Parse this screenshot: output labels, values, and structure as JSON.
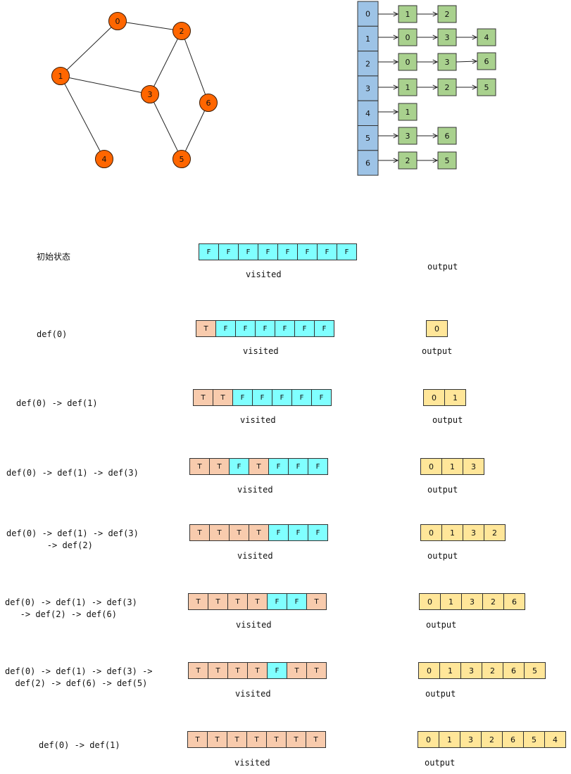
{
  "graph": {
    "nodes": [
      "0",
      "1",
      "2",
      "3",
      "4",
      "5",
      "6"
    ],
    "edges": [
      [
        "0",
        "1"
      ],
      [
        "0",
        "2"
      ],
      [
        "1",
        "3"
      ],
      [
        "1",
        "4"
      ],
      [
        "2",
        "3"
      ],
      [
        "2",
        "6"
      ],
      [
        "3",
        "5"
      ],
      [
        "5",
        "6"
      ]
    ],
    "node_color": "#ff6600"
  },
  "adjacency": {
    "rows": [
      {
        "index": "0",
        "neighbors": [
          "1",
          "2"
        ]
      },
      {
        "index": "1",
        "neighbors": [
          "0",
          "3",
          "4"
        ]
      },
      {
        "index": "2",
        "neighbors": [
          "0",
          "3",
          "6"
        ]
      },
      {
        "index": "3",
        "neighbors": [
          "1",
          "2",
          "5"
        ]
      },
      {
        "index": "4",
        "neighbors": [
          "1"
        ]
      },
      {
        "index": "5",
        "neighbors": [
          "3",
          "6"
        ]
      },
      {
        "index": "6",
        "neighbors": [
          "2",
          "5"
        ]
      }
    ],
    "index_color": "#9dc3e6",
    "neighbor_color": "#a9d18e"
  },
  "colors": {
    "false_cell": "#80ffff",
    "true_cell": "#f8cbad",
    "output_cell": "#ffe699"
  },
  "steps": [
    {
      "label": "初始状态",
      "visited": [
        "F",
        "F",
        "F",
        "F",
        "F",
        "F",
        "F"
      ],
      "visited_caption": "visited",
      "output": [],
      "output_caption": "output"
    },
    {
      "label": "def(0)",
      "visited": [
        "T",
        "F",
        "F",
        "F",
        "F",
        "F",
        "F"
      ],
      "visited_caption": "visited",
      "output": [
        "0"
      ],
      "output_caption": "output"
    },
    {
      "label": "def(0) -> def(1)",
      "visited": [
        "T",
        "T",
        "F",
        "F",
        "F",
        "F",
        "F"
      ],
      "visited_caption": "visited",
      "output": [
        "0",
        "1"
      ],
      "output_caption": "output"
    },
    {
      "label": "def(0) -> def(1) -> def(3)",
      "visited": [
        "T",
        "T",
        "F",
        "T",
        "F",
        "F",
        "F"
      ],
      "visited_caption": "visited",
      "output": [
        "0",
        "1",
        "3"
      ],
      "output_caption": "output"
    },
    {
      "label": "def(0) -> def(1) -> def(3)\n        -> def(2)",
      "visited": [
        "T",
        "T",
        "T",
        "T",
        "F",
        "F",
        "F"
      ],
      "visited_caption": "visited",
      "output": [
        "0",
        "1",
        "3",
        "2"
      ],
      "output_caption": "output"
    },
    {
      "label": "def(0) -> def(1) -> def(3)\n   -> def(2) -> def(6)",
      "visited": [
        "T",
        "T",
        "T",
        "T",
        "F",
        "F",
        "T"
      ],
      "visited_caption": "visited",
      "output": [
        "0",
        "1",
        "3",
        "2",
        "6"
      ],
      "output_caption": "output"
    },
    {
      "label": "def(0) -> def(1) -> def(3) ->\n  def(2) -> def(6) -> def(5)",
      "visited": [
        "T",
        "T",
        "T",
        "T",
        "F",
        "T",
        "T"
      ],
      "visited_caption": "visited",
      "output": [
        "0",
        "1",
        "3",
        "2",
        "6",
        "5"
      ],
      "output_caption": "output"
    },
    {
      "label": "def(0) -> def(1)",
      "visited": [
        "T",
        "T",
        "T",
        "T",
        "T",
        "T",
        "T"
      ],
      "visited_caption": "visited",
      "output": [
        "0",
        "1",
        "3",
        "2",
        "6",
        "5",
        "4"
      ],
      "output_caption": "output"
    }
  ]
}
